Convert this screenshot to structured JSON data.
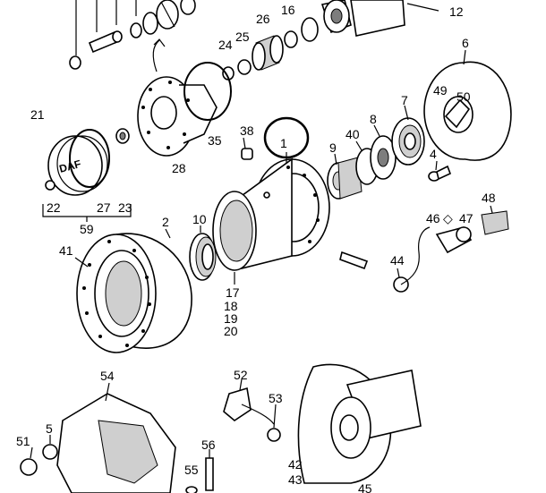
{
  "callouts": {
    "c1": "1",
    "c2": "2",
    "c4": "4",
    "c5": "5",
    "c6": "6",
    "c7": "7",
    "c8": "8",
    "c9": "9",
    "c10": "10",
    "c12": "12",
    "c16": "16",
    "c17": "17",
    "c18": "18",
    "c19": "19",
    "c20": "20",
    "c21": "21",
    "c22": "22",
    "c23": "23",
    "c24": "24",
    "c25": "25",
    "c26": "26",
    "c27": "27",
    "c28": "28",
    "c35": "35",
    "c38": "38",
    "c40": "40",
    "c41": "41",
    "c42": "42",
    "c43": "43",
    "c44": "44",
    "c45": "45",
    "c46": "46",
    "c47": "47",
    "c48": "48",
    "c49": "49",
    "c50": "50",
    "c51": "51",
    "c52": "52",
    "c53": "53",
    "c54": "54",
    "c55": "55",
    "c56": "56",
    "c59": "59"
  },
  "diamond": "◇",
  "hub_cap_logo": "DAF"
}
